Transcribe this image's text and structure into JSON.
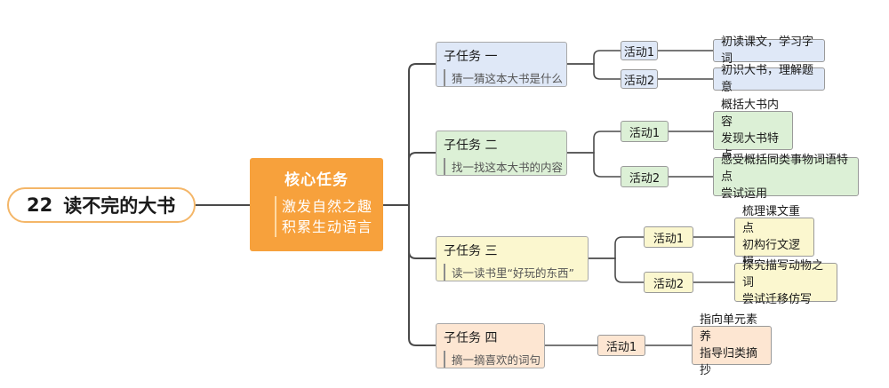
{
  "root": {
    "number": "22",
    "title": "读不完的大书"
  },
  "core": {
    "title": "核心任务",
    "lines": [
      "激发自然之趣",
      "积累生动语言"
    ]
  },
  "tasks": [
    {
      "label": "子任务 一",
      "subtitle": "猜一猜这本大书是什么",
      "color": "#dfe8f7",
      "activities": [
        {
          "label": "活动1",
          "details": [
            "初读课文，学习字词"
          ]
        },
        {
          "label": "活动2",
          "details": [
            "初识大书，理解题意"
          ]
        }
      ]
    },
    {
      "label": "子任务 二",
      "subtitle": "找一找这本大书的内容",
      "color": "#dcf0d6",
      "activities": [
        {
          "label": "活动1",
          "details": [
            "概括大书内容",
            "发现大书特点"
          ]
        },
        {
          "label": "活动2",
          "details": [
            "感受概括同类事物词语特点",
            "尝试运用"
          ]
        }
      ]
    },
    {
      "label": "子任务 三",
      "subtitle": "读一读书里“好玩的东西”",
      "color": "#fbf7cf",
      "activities": [
        {
          "label": "活动1",
          "details": [
            "梳理课文重点",
            "初构行文逻辑"
          ]
        },
        {
          "label": "活动2",
          "details": [
            "探究描写动物之词",
            "尝试迁移仿写"
          ]
        }
      ]
    },
    {
      "label": "子任务 四",
      "subtitle": "摘一摘喜欢的词句",
      "color": "#fde6d2",
      "activities": [
        {
          "label": "活动1",
          "details": [
            "指向单元素养",
            "指导归类摘抄"
          ]
        }
      ]
    }
  ]
}
